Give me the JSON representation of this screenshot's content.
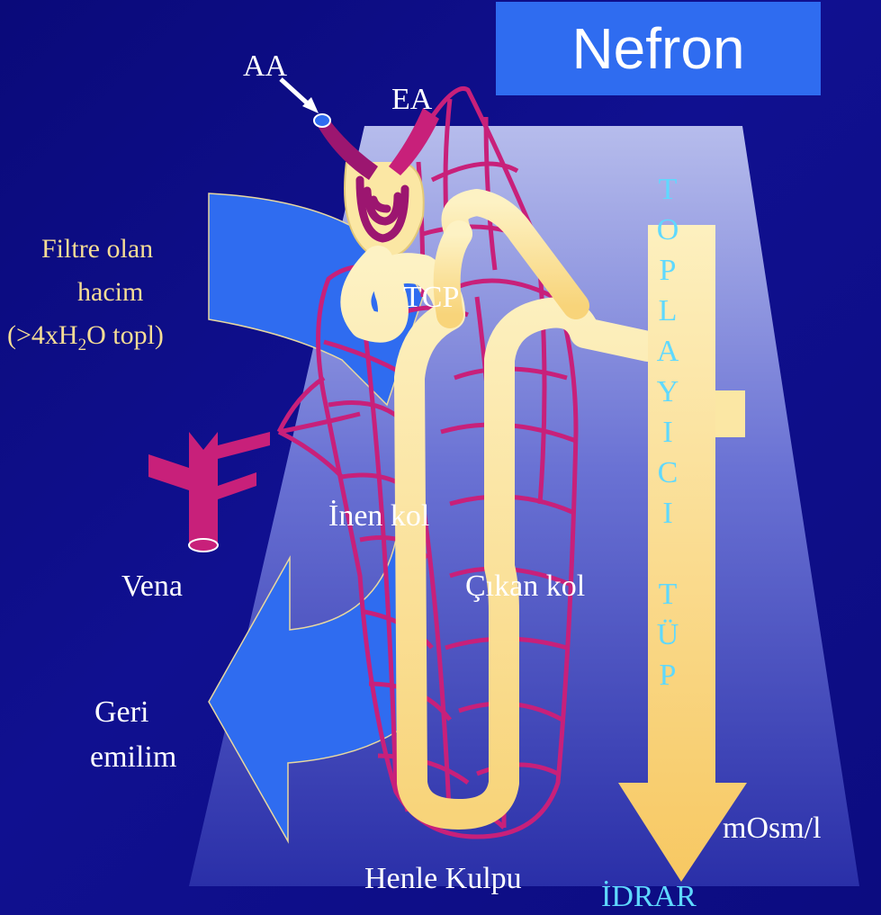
{
  "title": "Nefron",
  "labels": {
    "aa": "AA",
    "ea": "EA",
    "filtre_line1": "Filtre olan",
    "filtre_line2": "hacim",
    "filtre_line3_pre": "(>4xH",
    "filtre_line3_sub": "2",
    "filtre_line3_post": "O topl)",
    "tcp": "TCP",
    "vena": "Vena",
    "inen_kol": "İnen kol",
    "cikan_kol": "Çıkan kol",
    "geri": "Geri",
    "emilim": "emilim",
    "henle_kulpu": "Henle Kulpu",
    "mosm": "mOsm/l",
    "idrar": "İDRAR"
  },
  "collector": {
    "letters1": [
      "T",
      "O",
      "P",
      "L",
      "A",
      "Y",
      "I",
      "C",
      "I"
    ],
    "letters2": [
      "T",
      "Ü",
      "P"
    ]
  },
  "colors": {
    "background": "#0e0e88",
    "title_box": "#2f6cf0",
    "tubule": "#fbe7a4",
    "capillary": "#c8207a",
    "blue_arrow": "#2f6cf0",
    "collector_label": "#5fd9ff"
  }
}
